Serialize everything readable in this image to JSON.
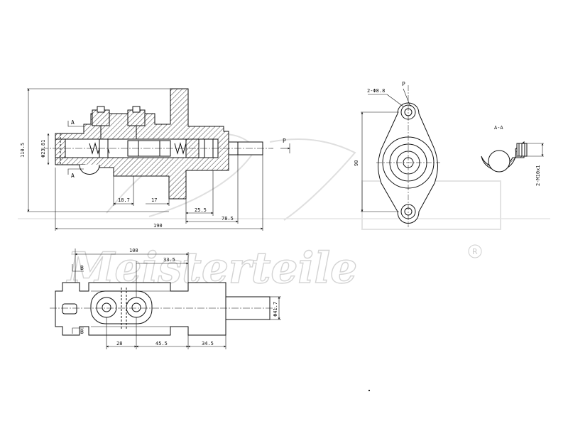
{
  "watermark": {
    "brand": "Meisterteile",
    "registered": "R"
  },
  "section_view": {
    "section_marks": [
      "A",
      "A"
    ],
    "dims": [
      "110.5",
      "Φ23.81",
      "18.7",
      "17",
      "25.5",
      "78.5",
      "190"
    ]
  },
  "flange_view": {
    "mark": "P",
    "arrow_label": "P",
    "dims": [
      "2-Φ8.8",
      "90"
    ]
  },
  "detail_view": {
    "title": "A-A",
    "dims": [
      "2-M10x1"
    ]
  },
  "plan_view": {
    "section_marks": [
      "B",
      "B"
    ],
    "dims": [
      "100",
      "33.5",
      "Φ41.7",
      "28",
      "45.5",
      "34.5"
    ]
  }
}
